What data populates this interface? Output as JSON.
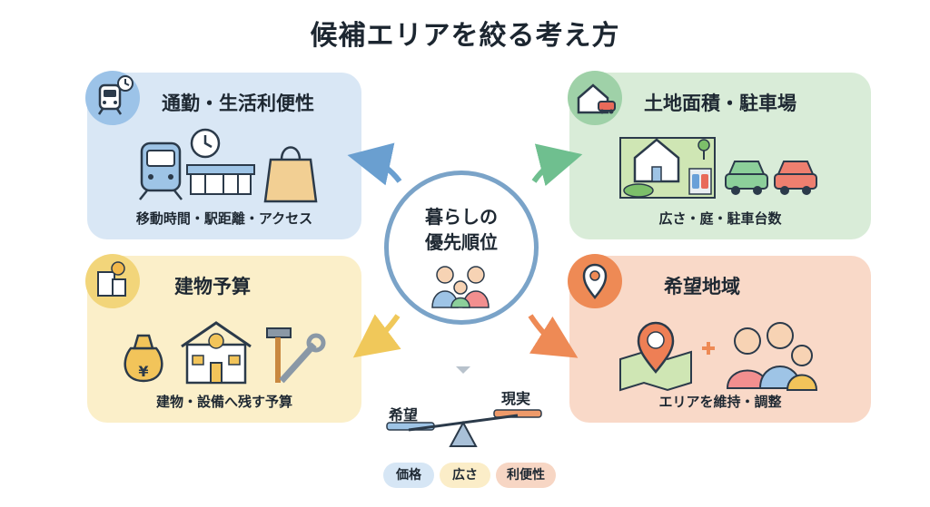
{
  "title": "候補エリアを絞る考え方",
  "center": {
    "line1": "暮らしの",
    "line2": "優先順位"
  },
  "cards": {
    "top_left": {
      "title": "通勤・生活利便性",
      "subtitle": "移動時間・駅距離・アクセス"
    },
    "top_right": {
      "title": "土地面積・駐車場",
      "subtitle": "広さ・庭・駐車台数"
    },
    "bottom_left": {
      "title": "建物予算",
      "subtitle": "建物・設備へ残す予算",
      "yen": "¥"
    },
    "bottom_right": {
      "title": "希望地域",
      "subtitle": "エリアを維持・調整"
    }
  },
  "scale": {
    "left_label": "希望",
    "right_label": "現実"
  },
  "pills": [
    {
      "label": "価格",
      "color": "#d6e6f5"
    },
    {
      "label": "広さ",
      "color": "#fbedc8"
    },
    {
      "label": "利便性",
      "color": "#f7d6c4"
    }
  ],
  "colors": {
    "blue_card": "#d9e7f5",
    "green_card": "#d9ecd8",
    "yellow_card": "#fbefc9",
    "orange_card": "#f9d9c8",
    "arrow_blue": "#6a9fd0",
    "arrow_green": "#6fbf8f",
    "arrow_yellow": "#f0c85a",
    "arrow_orange": "#ee8a55",
    "center_ring": "#7aa3c8"
  },
  "icons": [
    "train-clock-icon",
    "train-icon",
    "station-icon",
    "clock-icon",
    "shopping-bag-icon",
    "house-car-icon",
    "land-plot-icon",
    "car-green-icon",
    "car-red-icon",
    "building-yen-icon",
    "money-bag-icon",
    "house-yen-icon",
    "tools-icon",
    "location-pin-icon",
    "map-pin-icon",
    "family-icon",
    "balance-scale-icon"
  ]
}
